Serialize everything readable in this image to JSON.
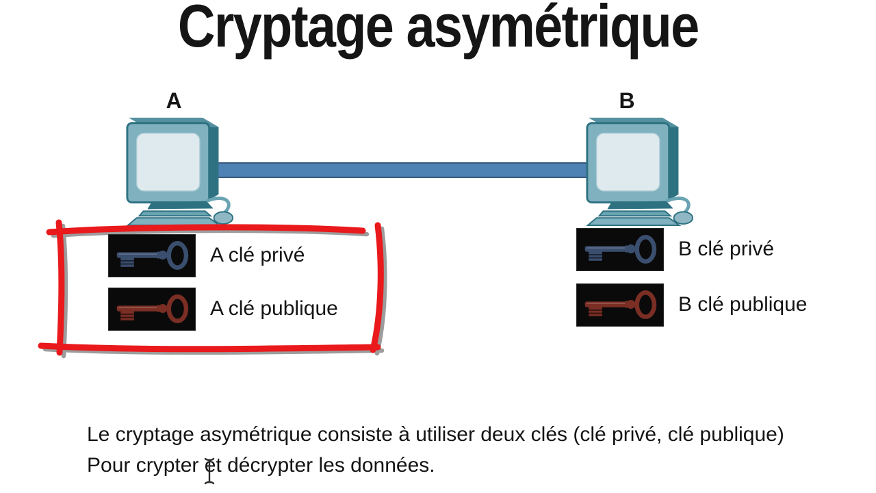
{
  "title": "Cryptage asymétrique",
  "computers": [
    {
      "label": "A"
    },
    {
      "label": "B"
    }
  ],
  "link": {
    "color": "#4e81b4",
    "border_color": "#3a5a80",
    "connects": "A-B"
  },
  "key_items": [
    {
      "owner": "A",
      "kind": "private",
      "label": "A clé privé",
      "key_color": "#3a4e6e"
    },
    {
      "owner": "A",
      "kind": "public",
      "label": "A clé publique",
      "key_color": "#7a2e24"
    },
    {
      "owner": "B",
      "kind": "private",
      "label": "B clé privé",
      "key_color": "#3a4e6e"
    },
    {
      "owner": "B",
      "kind": "public",
      "label": "B clé publique",
      "key_color": "#7a2e24"
    }
  ],
  "annotation": {
    "type": "hand-drawn-rectangle",
    "color": "#e9191c",
    "shadow_color": "#4d4d4d"
  },
  "caption": {
    "line1": "Le cryptage asymétrique consiste à utiliser deux clés (clé privé, clé publique)",
    "line2": "Pour crypter et décrypter les données."
  },
  "icons": {
    "computer": "desktop-pc-icon",
    "key": "skeleton-key-icon",
    "cursor": "text-ibeam-cursor"
  },
  "colors": {
    "background": "#ffffff",
    "text": "#141414",
    "computer_teal_light": "#7fb1bf",
    "computer_teal_dark": "#2e7282",
    "screen": "#dfeaee",
    "key_background": "#0a0a0a"
  }
}
